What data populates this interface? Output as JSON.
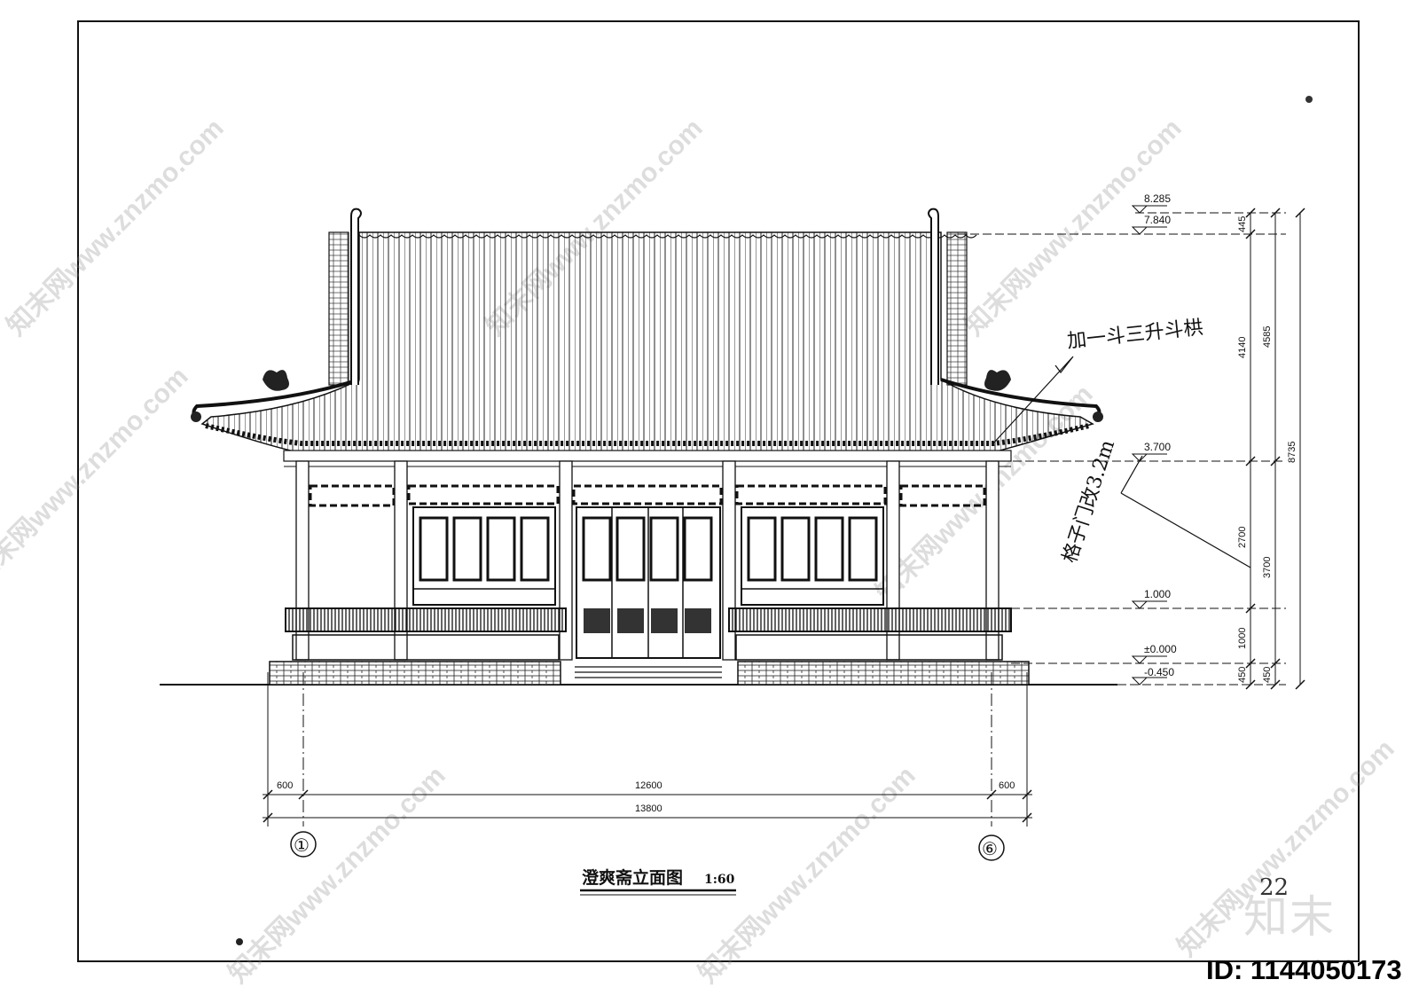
{
  "drawing": {
    "title": "澄爽斋立面图",
    "scale": "1:60",
    "page_number": "22",
    "handwritten_note_1": "加一斗三升斗栱",
    "handwritten_note_2": "格子门改3.2m"
  },
  "levels": [
    {
      "label": "8.285"
    },
    {
      "label": "7.840"
    },
    {
      "label": "3.700"
    },
    {
      "label": "1.000"
    },
    {
      "label": "±0.000"
    },
    {
      "label": "-0.450"
    }
  ],
  "vertical_dims": {
    "inner": [
      "445",
      "4140",
      "2700",
      "1000",
      "450"
    ],
    "middle": [
      "4585",
      "3700",
      "450"
    ],
    "outer": [
      "8735"
    ]
  },
  "horizontal_dims": {
    "left": "600",
    "center": "12600",
    "right": "600",
    "total": "13800"
  },
  "axes": [
    "①",
    "⑥"
  ],
  "watermark": {
    "text": "知末网www.znzmo.com",
    "logo": "知末",
    "id": "ID: 1144050173"
  }
}
